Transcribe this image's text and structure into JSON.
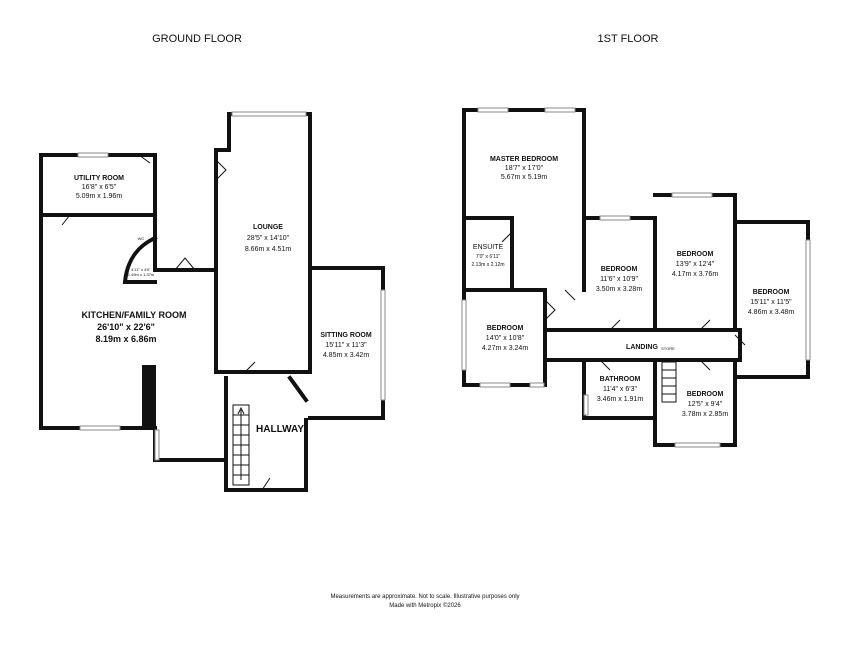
{
  "floors": {
    "ground": "GROUND FLOOR",
    "first": "1ST FLOOR"
  },
  "rooms": {
    "utility": {
      "name": "UTILITY ROOM",
      "imperial": "16'8\" x 6'5\"",
      "metric": "5.09m x 1.96m"
    },
    "wc": {
      "name": "WC",
      "imperial": "4'11\" x 4'6\"",
      "metric": "1.49m x 1.37m"
    },
    "kitchen": {
      "name": "KITCHEN/FAMILY ROOM",
      "imperial": "26'10\"  x 22'6\"",
      "metric": "8.19m  x 6.86m"
    },
    "lounge": {
      "name": "LOUNGE",
      "imperial": "28'5\" x 14'10\"",
      "metric": "8.66m  x 4.51m"
    },
    "sitting": {
      "name": "SITTING ROOM",
      "imperial": "15'11\" x 11'3\"",
      "metric": "4.85m x 3.42m"
    },
    "hallway": {
      "name": "HALLWAY"
    },
    "master": {
      "name": "MASTER BEDROOM",
      "imperial": "18'7\" x 17'0\"",
      "metric": "5.67m x 5.19m"
    },
    "ensuite": {
      "name": "ENSUITE",
      "imperial": "7'0\" x 6'11\"",
      "metric": "2.13m x 2.12m"
    },
    "bed2": {
      "name": "BEDROOM",
      "imperial": "11'6\" x 10'9\"",
      "metric": "3.50m x 3.28m"
    },
    "bed3": {
      "name": "BEDROOM",
      "imperial": "13'9\" x 12'4\"",
      "metric": "4.17m x 3.76m"
    },
    "bed4": {
      "name": "BEDROOM",
      "imperial": "15'11\" x 11'5\"",
      "metric": "4.86m x 3.48m"
    },
    "bed5": {
      "name": "BEDROOM",
      "imperial": "14'0\" x 10'8\"",
      "metric": "4.27m x 3.24m"
    },
    "landing": {
      "name": "LANDING",
      "note": "STORE"
    },
    "bathroom": {
      "name": "BATHROOM",
      "imperial": "11'4\" x 6'3\"",
      "metric": "3.46m x 1.91m"
    },
    "bed6": {
      "name": "BEDROOM",
      "imperial": "12'5\" x 9'4\"",
      "metric": "3.78m x 2.85m"
    }
  },
  "footer": {
    "line1": "Measurements are approximate.  Not to scale.  Illustrative purposes only",
    "line2": "Made with Metropix ©2026"
  }
}
